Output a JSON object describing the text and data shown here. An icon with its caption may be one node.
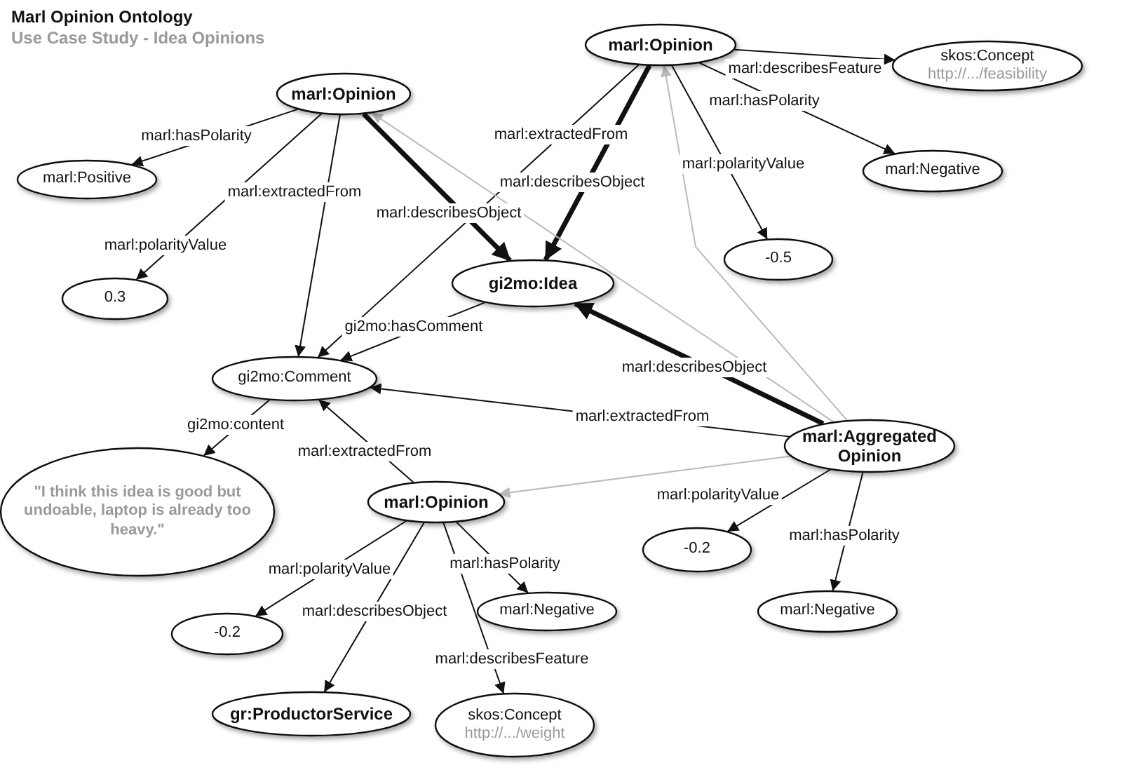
{
  "diagram": {
    "title": "Marl Opinion Ontology",
    "nodes": [
      {
        "text": [
          "marl:Opinion"
        ]
      },
      {
        "text": [
          "marl:Positive"
        ]
      },
      {
        "text": [
          "0.3"
        ]
      },
      {
        "text": [
          "gi2mo:Comment"
        ]
      },
      {
        "text": [
          "\"I think this idea is good but undoable, laptop is already too heavy.\""
        ]
      },
      {
        "text": [
          "marl:Opinion"
        ]
      },
      {
        "text": [
          "skos:Concept",
          "http://.../feasibility"
        ]
      },
      {
        "text": [
          "marl:Negative"
        ]
      },
      {
        "text": [
          "-0.5"
        ]
      },
      {
        "text": [
          "gi2mo:Idea"
        ]
      },
      {
        "text": [
          "marl:Aggregated Opinion"
        ]
      },
      {
        "text": [
          "marl:Opinion"
        ]
      },
      {
        "text": [
          "-0.2"
        ]
      },
      {
        "text": [
          "gr:ProductorService"
        ]
      },
      {
        "text": [
          "marl:Negative"
        ]
      },
      {
        "text": [
          "skos:Concept",
          "http://.../weight"
        ]
      },
      {
        "text": [
          "-0.2"
        ]
      },
      {
        "text": [
          "marl:Negative"
        ]
      }
    ],
    "edges": [
      {
        "from": 0,
        "to": 1,
        "arrow": "to",
        "label": "marl:hasPolarity"
      },
      {
        "from": 0,
        "to": 2,
        "arrow": "to",
        "label": "marl:polarityValue"
      },
      {
        "from": 0,
        "to": 3,
        "arrow": "to",
        "label": "marl:extractedFrom"
      },
      {
        "from": 0,
        "to": 9,
        "arrow": "to",
        "label": "marl:describesObject",
        "style": "thick"
      },
      {
        "from": 5,
        "to": 3,
        "arrow": "to",
        "label": "marl:extractedFrom"
      },
      {
        "from": 5,
        "to": 9,
        "arrow": "to",
        "label": "marl:describesObject",
        "style": "thick"
      },
      {
        "from": 5,
        "to": 6,
        "arrow": "to",
        "label": "marl:describesFeature"
      },
      {
        "from": 5,
        "to": 7,
        "arrow": "to",
        "label": "marl:hasPolarity"
      },
      {
        "from": 5,
        "to": 8,
        "arrow": "to",
        "label": "marl:polarityValue"
      },
      {
        "from": 9,
        "to": 3,
        "arrow": "to",
        "label": "gi2mo:hasComment"
      },
      {
        "from": 3,
        "to": 4,
        "arrow": "to",
        "label": "gi2mo:content"
      },
      {
        "from": 11,
        "to": 3,
        "arrow": "to",
        "label": "marl:extractedFrom"
      },
      {
        "from": 10,
        "to": 3,
        "arrow": "to",
        "label": "marl:extractedFrom"
      },
      {
        "from": 10,
        "to": 9,
        "arrow": "to",
        "label": "marl:describesObject",
        "style": "thick"
      },
      {
        "from": 10,
        "to": 5,
        "arrow": "to",
        "color": "#bbbbbb"
      },
      {
        "from": 10,
        "to": 0,
        "arrow": "to",
        "color": "#bbbbbb"
      },
      {
        "from": 10,
        "to": 11,
        "arrow": "to",
        "color": "#bbbbbb"
      },
      {
        "from": 10,
        "to": 16,
        "arrow": "to",
        "label": "marl:polarityValue"
      },
      {
        "from": 10,
        "to": 17,
        "arrow": "to",
        "label": "marl:hasPolarity"
      },
      {
        "from": 11,
        "to": 12,
        "arrow": "to",
        "label": "marl:polarityValue"
      },
      {
        "from": 11,
        "to": 13,
        "arrow": "to",
        "label": "marl:describesObject"
      },
      {
        "from": 11,
        "to": 14,
        "arrow": "to",
        "label": "marl:hasPolarity"
      },
      {
        "from": 11,
        "to": 15,
        "arrow": "to",
        "label": "marl:describesFeature"
      }
    ],
    "labels": [
      "Use Case Study - Idea Opinions"
    ]
  }
}
